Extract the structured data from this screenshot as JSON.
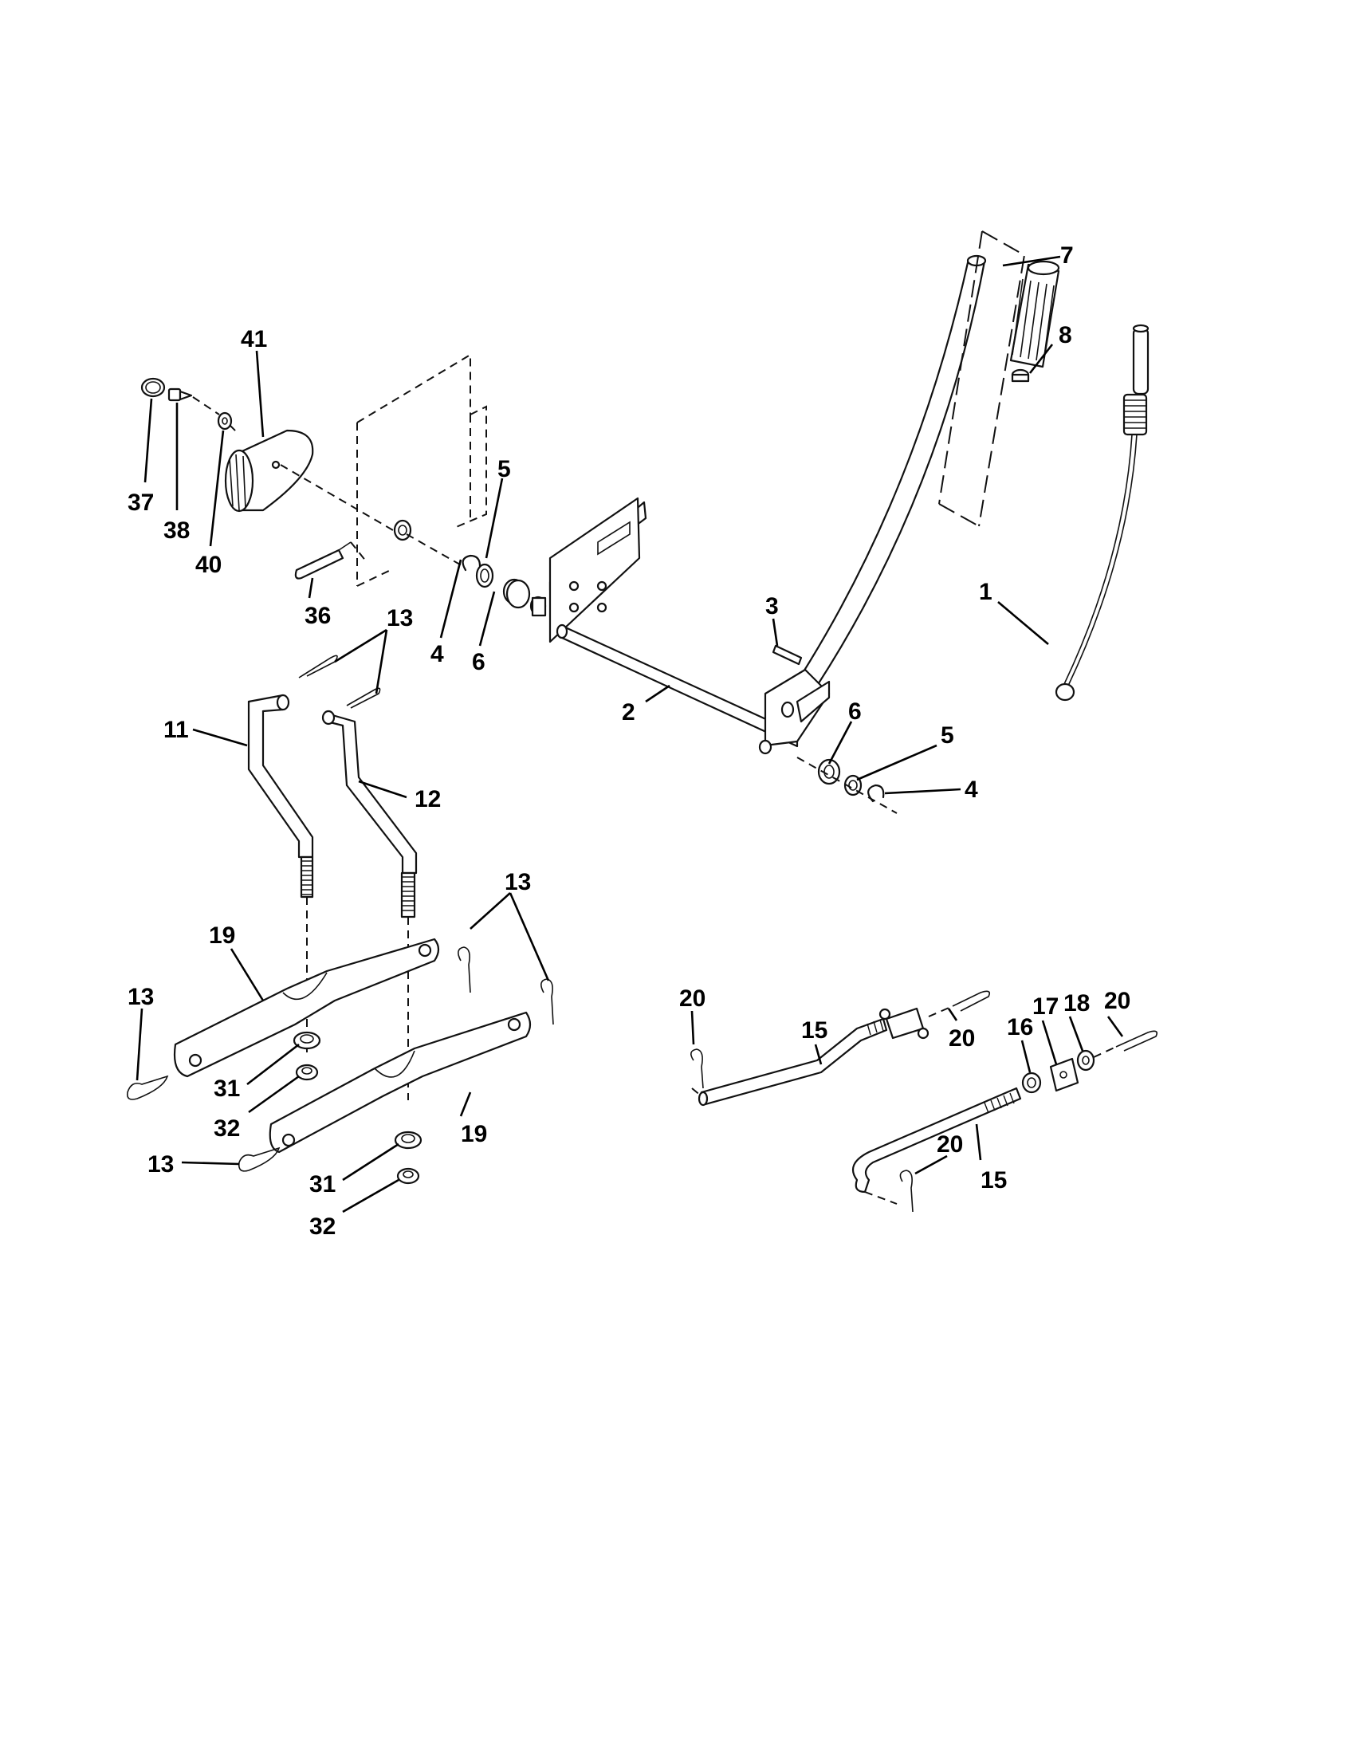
{
  "labels": {
    "l1": "1",
    "l2": "2",
    "l3": "3",
    "l4a": "4",
    "l4b": "4",
    "l5a": "5",
    "l5b": "5",
    "l6a": "6",
    "l6b": "6",
    "l7": "7",
    "l8": "8",
    "l11": "11",
    "l12": "12",
    "l13a": "13",
    "l13b": "13",
    "l13c": "13",
    "l13d": "13",
    "l15a": "15",
    "l15b": "15",
    "l16": "16",
    "l17": "17",
    "l18": "18",
    "l19a": "19",
    "l19b": "19",
    "l20a": "20",
    "l20b": "20",
    "l20c": "20",
    "l20d": "20",
    "l31a": "31",
    "l31b": "31",
    "l32a": "32",
    "l32b": "32",
    "l36": "36",
    "l37": "37",
    "l38": "38",
    "l40": "40",
    "l41": "41"
  }
}
